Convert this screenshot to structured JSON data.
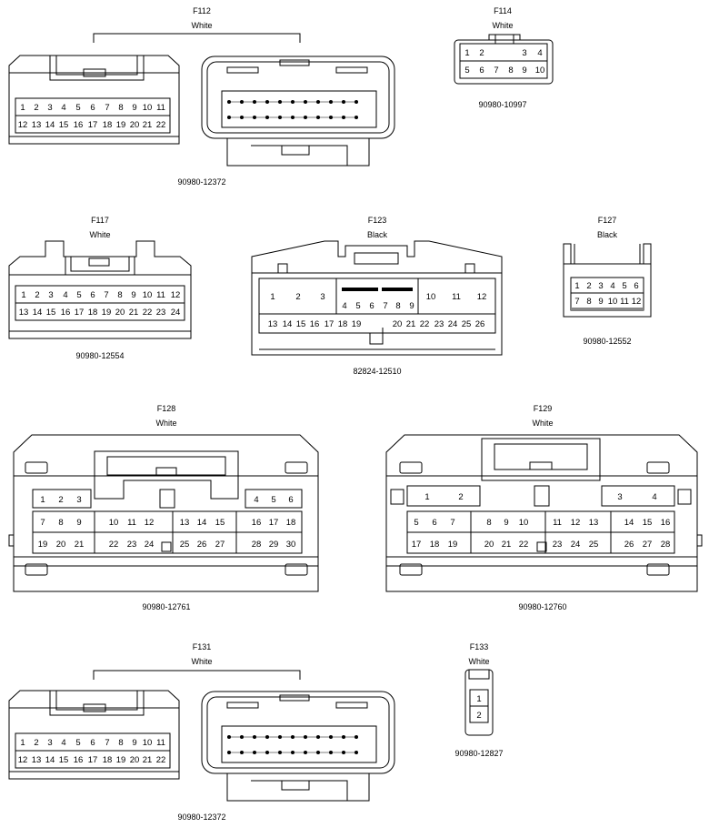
{
  "connectors": [
    {
      "id": "F112",
      "color": "White",
      "part": "90980-12372"
    },
    {
      "id": "F114",
      "color": "White",
      "part": "90980-10997"
    },
    {
      "id": "F117",
      "color": "White",
      "part": "90980-12554"
    },
    {
      "id": "F123",
      "color": "Black",
      "part": "82824-12510"
    },
    {
      "id": "F127",
      "color": "Black",
      "part": "90980-12552"
    },
    {
      "id": "F128",
      "color": "White",
      "part": "90980-12761"
    },
    {
      "id": "F129",
      "color": "White",
      "part": "90980-12760"
    },
    {
      "id": "F131",
      "color": "White",
      "part": "90980-12372"
    },
    {
      "id": "F133",
      "color": "White",
      "part": "90980-12827"
    }
  ]
}
